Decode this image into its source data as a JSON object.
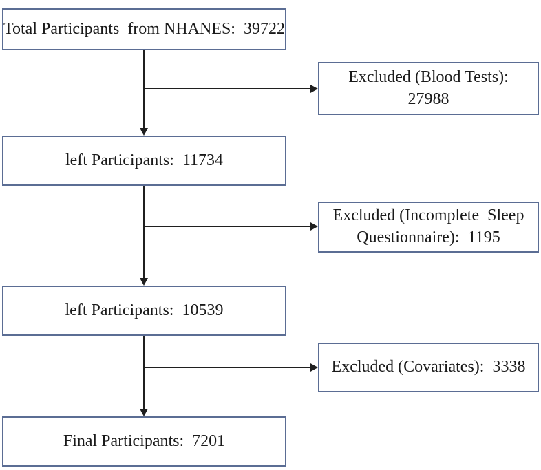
{
  "diagram": {
    "type": "flowchart",
    "subject": "NHANES participant selection flow",
    "colors": {
      "box_border": "#5b6d94",
      "connector": "#1f1f1f",
      "text": "#1a1a1a",
      "background": "#ffffff"
    },
    "nodes": {
      "total": {
        "text": "Total Participants  from NHANES:  39722"
      },
      "excluded_blood": {
        "line1": "Excluded (Blood Tests):",
        "line2": "27988"
      },
      "left1": {
        "text": "left Participants:  11734"
      },
      "excluded_sleep": {
        "line1": "Excluded (Incomplete  Sleep",
        "line2": "Questionnaire):  1195"
      },
      "left2": {
        "text": "left Participants:  10539"
      },
      "excluded_covariates": {
        "text": "Excluded (Covariates):  3338"
      },
      "final": {
        "text": "Final Participants:  7201"
      }
    },
    "edges": [
      {
        "from": "total",
        "to": "left1"
      },
      {
        "from": "total",
        "to": "excluded_blood"
      },
      {
        "from": "left1",
        "to": "left2"
      },
      {
        "from": "left1",
        "to": "excluded_sleep"
      },
      {
        "from": "left2",
        "to": "final"
      },
      {
        "from": "left2",
        "to": "excluded_covariates"
      }
    ]
  }
}
